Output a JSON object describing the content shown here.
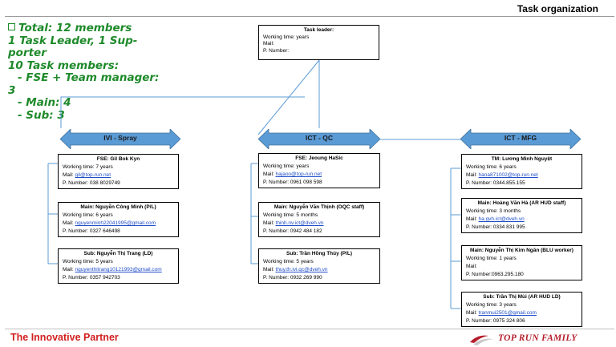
{
  "header": {
    "title": "Task organization"
  },
  "summary": {
    "lines": [
      "Total: 12 members",
      "1 Task Leader, 1 Sup-",
      "porter",
      "10 Task members:",
      "- FSE + Team manager:",
      "3",
      "- Main: 4",
      "- Sub: 3"
    ]
  },
  "leader": {
    "title": "Task leader:",
    "working_time": "Working time:  years",
    "mail": "Mail:",
    "phone": "P. Number:"
  },
  "groups": [
    {
      "label": "IVI - Spray",
      "members": [
        {
          "title": "FSE: Gil Bok Kyn",
          "working_time": "Working time: 7 years",
          "mail_label": "Mail: ",
          "mail": "gil@top-run.net",
          "phone": "P. Number: 038 8029749"
        },
        {
          "title": "Main: Nguyễn Công Minh (P/L)",
          "working_time": "Working time: 6 years",
          "mail_label": "Mail: ",
          "mail": "nguyenminh22041995@gmail.com",
          "phone": "P. Number: 0327 646498"
        },
        {
          "title": "Sub: Nguyễn Thị Trang (LD)",
          "working_time": "Working time: 5 years",
          "mail_label": "Mail: ",
          "mail": "nguyenthitrang10121993@gmail.com",
          "phone": "P. Number: 0357 942703"
        }
      ]
    },
    {
      "label": "ICT - QC",
      "members": [
        {
          "title": "FSE: Jeoung HaSic",
          "working_time": "Working time:  years",
          "mail_label": "Mail: ",
          "mail": "hajaoo@top-run.net",
          "phone": "P. Number: 0961 098 598"
        },
        {
          "title": "Main: Nguyễn Văn Thịnh (OQC staff)",
          "working_time": "Working time: 5 months",
          "mail_label": "Mail: ",
          "mail": "thinh.nv.ict@dveh.vn",
          "phone": "P. Number: 0942 484 182"
        },
        {
          "title": "Sub: Trần Hồng Thủy (P/L)",
          "working_time": "Working time: 5 years",
          "mail_label": "Mail: ",
          "mail": "thuy.th.ivi.qc@dveh.vn",
          "phone": "P. Number: 0932 269 990"
        }
      ]
    },
    {
      "label": "ICT - MFG",
      "members": [
        {
          "title": "TM: Lương Minh Nguyệt",
          "working_time": "Working time:  6 years",
          "mail_label": "Mail: ",
          "mail": "hana871002@top-run.net",
          "phone": "P. Number: 0344.855.155"
        },
        {
          "title": "Main: Hoàng Văn Hà (AR HUD staff)",
          "working_time": "Working time: 3 months",
          "mail_label": "Mail: ",
          "mail": "ha.gvh.ict@dveh.vn",
          "phone": "P. Number: 0334 831 995"
        },
        {
          "title": "Main: Nguyễn Thị Kim Ngân (BLU worker)",
          "working_time": "Working time: 1 years",
          "mail_label": "Mail:",
          "mail": "",
          "phone": "P. Number:0963.295.180"
        },
        {
          "title": "Sub: Trần Thị Mùi (AR HUD LD)",
          "working_time": "Working time: 3 years",
          "mail_label": "Mail: ",
          "mail": "tranmui2501@gmail.com",
          "phone": "P. Number: 0975 324 806"
        }
      ]
    }
  ],
  "footer": {
    "tagline": "The Innovative Partner",
    "brand": "TOP RUN FAMILY"
  },
  "colors": {
    "accent": "#5b9bd5",
    "arrow_fill": "#5b9bd5",
    "summary_text": "#1e8a2a",
    "tagline": "#d21f1f",
    "brand": "#b51e2b",
    "link": "#1f4ec9"
  }
}
